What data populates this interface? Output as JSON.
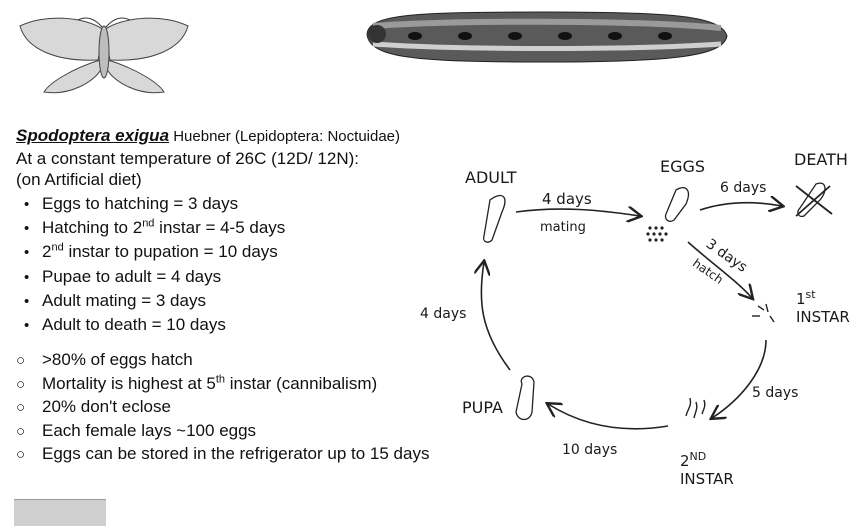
{
  "header": {
    "species": "Spodoptera exigua",
    "authority": "Huebner (Lepidoptera: Noctuidae)"
  },
  "conditions": {
    "line1": "At a constant temperature of 26C (12D/ 12N):",
    "line2": "(on Artificial diet)"
  },
  "development": [
    {
      "pre": "Eggs to hatching = 3 days"
    },
    {
      "pre": "Hatching to 2",
      "sup": "nd",
      "post": " instar = 4-5 days"
    },
    {
      "pre": "2",
      "sup": "nd",
      "post": " instar to pupation = 10 days"
    },
    {
      "pre": "Pupae to adult = 4 days"
    },
    {
      "pre": "Adult mating = 3 days"
    },
    {
      "pre": "Adult to death = 10 days"
    }
  ],
  "notes": [
    {
      "pre": ">80% of eggs hatch"
    },
    {
      "pre": "Mortality is highest at 5",
      "sup": "th",
      "post": " instar (cannibalism)"
    },
    {
      "pre": "20% don't eclose"
    },
    {
      "pre": "Each female lays ~100 eggs"
    },
    {
      "pre": "Eggs can be stored in the refrigerator up to 15 days"
    }
  ],
  "cycle": {
    "adult": "ADULT",
    "eggs": "EGGS",
    "death": "DEATH",
    "first_instar_a": "1",
    "first_instar_sup": "st",
    "first_instar_b": "INSTAR",
    "second_instar_a": "2",
    "second_instar_sup": "ND",
    "second_instar_b": "INSTAR",
    "pupa": "PUPA",
    "adult_to_eggs_top": "4 days",
    "adult_to_eggs_bottom": "mating",
    "eggs_to_death": "6 days",
    "eggs_to_first_top": "3 days",
    "eggs_to_first_bottom": "hatch",
    "first_to_second": "5 days",
    "second_to_pupa": "10 days",
    "pupa_to_adult": "4 days"
  }
}
